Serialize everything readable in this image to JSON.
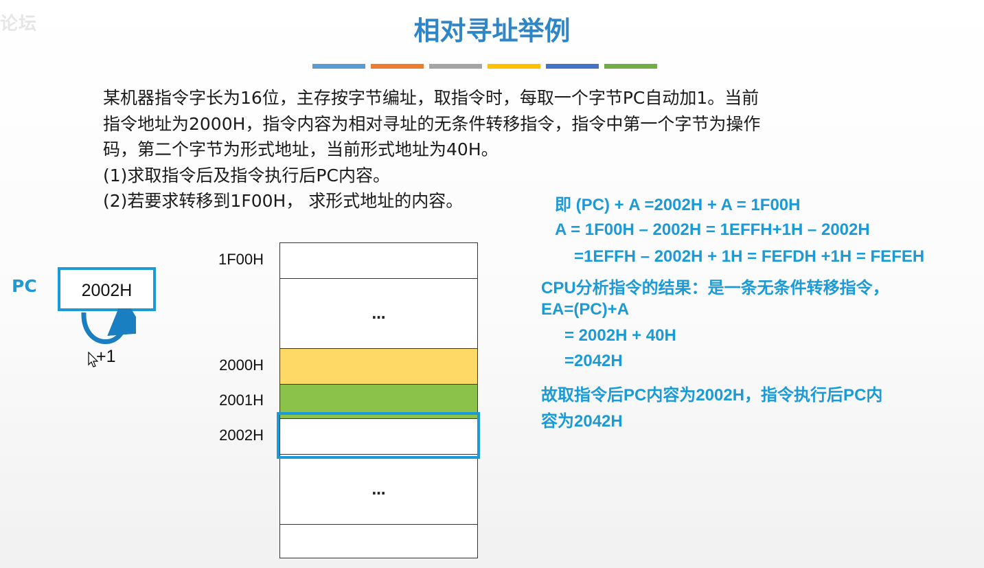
{
  "watermark": "论坛",
  "title": "相对寻址举例",
  "bar_colors": [
    "#5b9bd5",
    "#ed7d31",
    "#a5a5a5",
    "#ffc000",
    "#4472c4",
    "#70ad47"
  ],
  "question": {
    "lines": [
      "某机器指令字长为16位，主存按字节编址，取指令时，每取一个字节PC自动加1。当前",
      "指令地址为2000H，指令内容为相对寻址的无条件转移指令，指令中第一个字节为操作",
      "码，第二个字节为形式地址，当前形式地址为40H。",
      "(1)求取指令后及指令执行后PC内容。",
      "(2)若要求转移到1F00H，  求形式地址的内容。"
    ]
  },
  "solution": {
    "lines": [
      "即 (PC) + A =2002H + A = 1F00H",
      "A = 1F00H – 2002H = 1EFFH+1H – 2002H",
      "=1EFFH – 2002H + 1H = FEFDH +1H = FEFEH",
      "CPU分析指令的结果：是一条无条件转移指令，",
      "EA=(PC)+A",
      "= 2002H + 40H",
      "=2042H",
      "故取指令后PC内容为2002H，指令执行后PC内",
      "容为2042H"
    ]
  },
  "pc": {
    "label": "PC",
    "value": "2002H",
    "increment": "+1"
  },
  "memory": {
    "cells": [
      {
        "text": "",
        "address": "1F00H",
        "color": "#ffffff"
      },
      {
        "text": "…",
        "address": "",
        "color": "#ffffff"
      },
      {
        "text": "",
        "address": "2000H",
        "color": "#ffd966"
      },
      {
        "text": "",
        "address": "2001H",
        "color": "#8bc34a"
      },
      {
        "text": "",
        "address": "2002H",
        "color": "#ffffff"
      },
      {
        "text": "…",
        "address": "",
        "color": "#ffffff"
      },
      {
        "text": "",
        "address": "",
        "color": "#ffffff"
      }
    ]
  },
  "colors": {
    "accent": "#1a9ad6",
    "title": "#2e86c6"
  }
}
